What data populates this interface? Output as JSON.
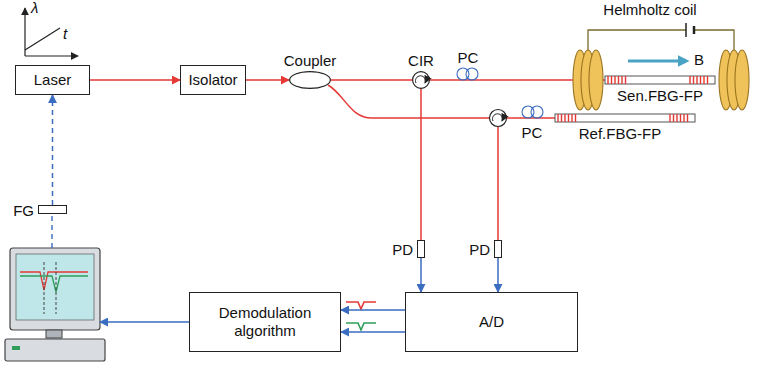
{
  "diagram": {
    "nodes": [
      {
        "text": [
          "Laser"
        ]
      },
      {
        "text": [
          "Isolator"
        ]
      },
      {
        "text": [
          "Coupler"
        ]
      },
      {
        "text": [
          "CIR"
        ]
      },
      {
        "text": [
          "PD"
        ]
      },
      {
        "text": [
          "PD"
        ]
      },
      {
        "text": [
          "A/D"
        ]
      },
      {
        "text": [
          "Demodulation algorithm"
        ]
      },
      {
        "text": [
          "FG"
        ]
      }
    ],
    "edges": [
      {
        "from": 0,
        "to": 1,
        "arrow": "to"
      },
      {
        "from": 1,
        "to": 2,
        "arrow": "to"
      },
      {
        "from": 2,
        "to": 3,
        "arrow": "none"
      },
      {
        "from": 3,
        "to": 4,
        "arrow": "none"
      },
      {
        "from": 4,
        "to": 6,
        "arrow": "to"
      },
      {
        "from": 5,
        "to": 6,
        "arrow": "to"
      },
      {
        "from": 6,
        "to": 7,
        "arrow": "to"
      },
      {
        "from": 6,
        "to": 7,
        "arrow": "to"
      },
      {
        "from": 8,
        "to": 0,
        "arrow": "to"
      }
    ],
    "labels": [
      "λ",
      "t",
      "PC",
      "PC",
      "Helmholtz coil",
      "B",
      "Sen.FBG-FP",
      "Ref.FBG-FP"
    ]
  }
}
